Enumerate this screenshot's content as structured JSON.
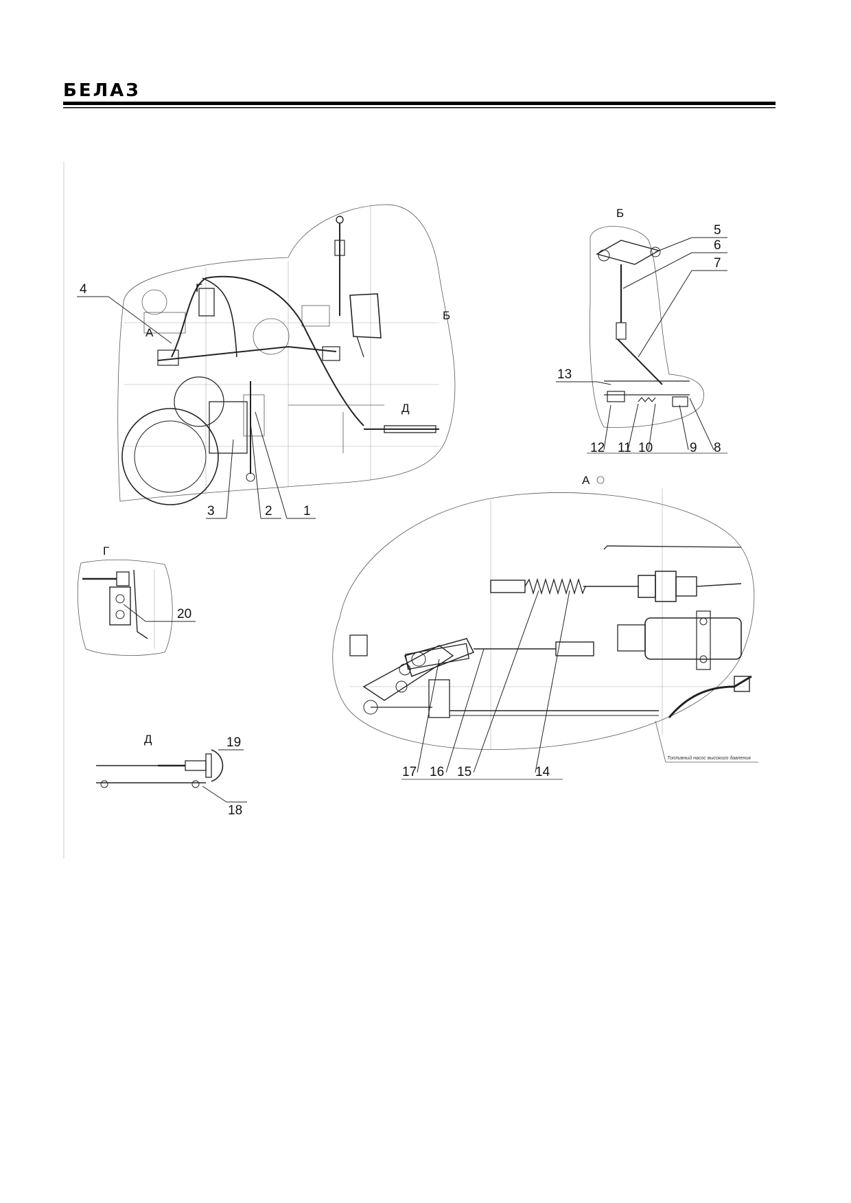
{
  "header": {
    "logo_text": "БЕЛАЗ"
  },
  "views": {
    "main": {
      "label_a": "А",
      "label_g": "Г",
      "label_b": "Б",
      "label_d": "Д"
    },
    "b": {
      "title": "Б"
    },
    "a_detail": {
      "title": "А",
      "note": "Топливный насос высокого давления"
    },
    "g": {
      "title": "Г"
    },
    "d": {
      "title": "Д"
    }
  },
  "callouts": [
    "1",
    "2",
    "3",
    "4",
    "5",
    "6",
    "7",
    "8",
    "9",
    "10",
    "11",
    "12",
    "13",
    "14",
    "15",
    "16",
    "17",
    "18",
    "19",
    "20"
  ]
}
